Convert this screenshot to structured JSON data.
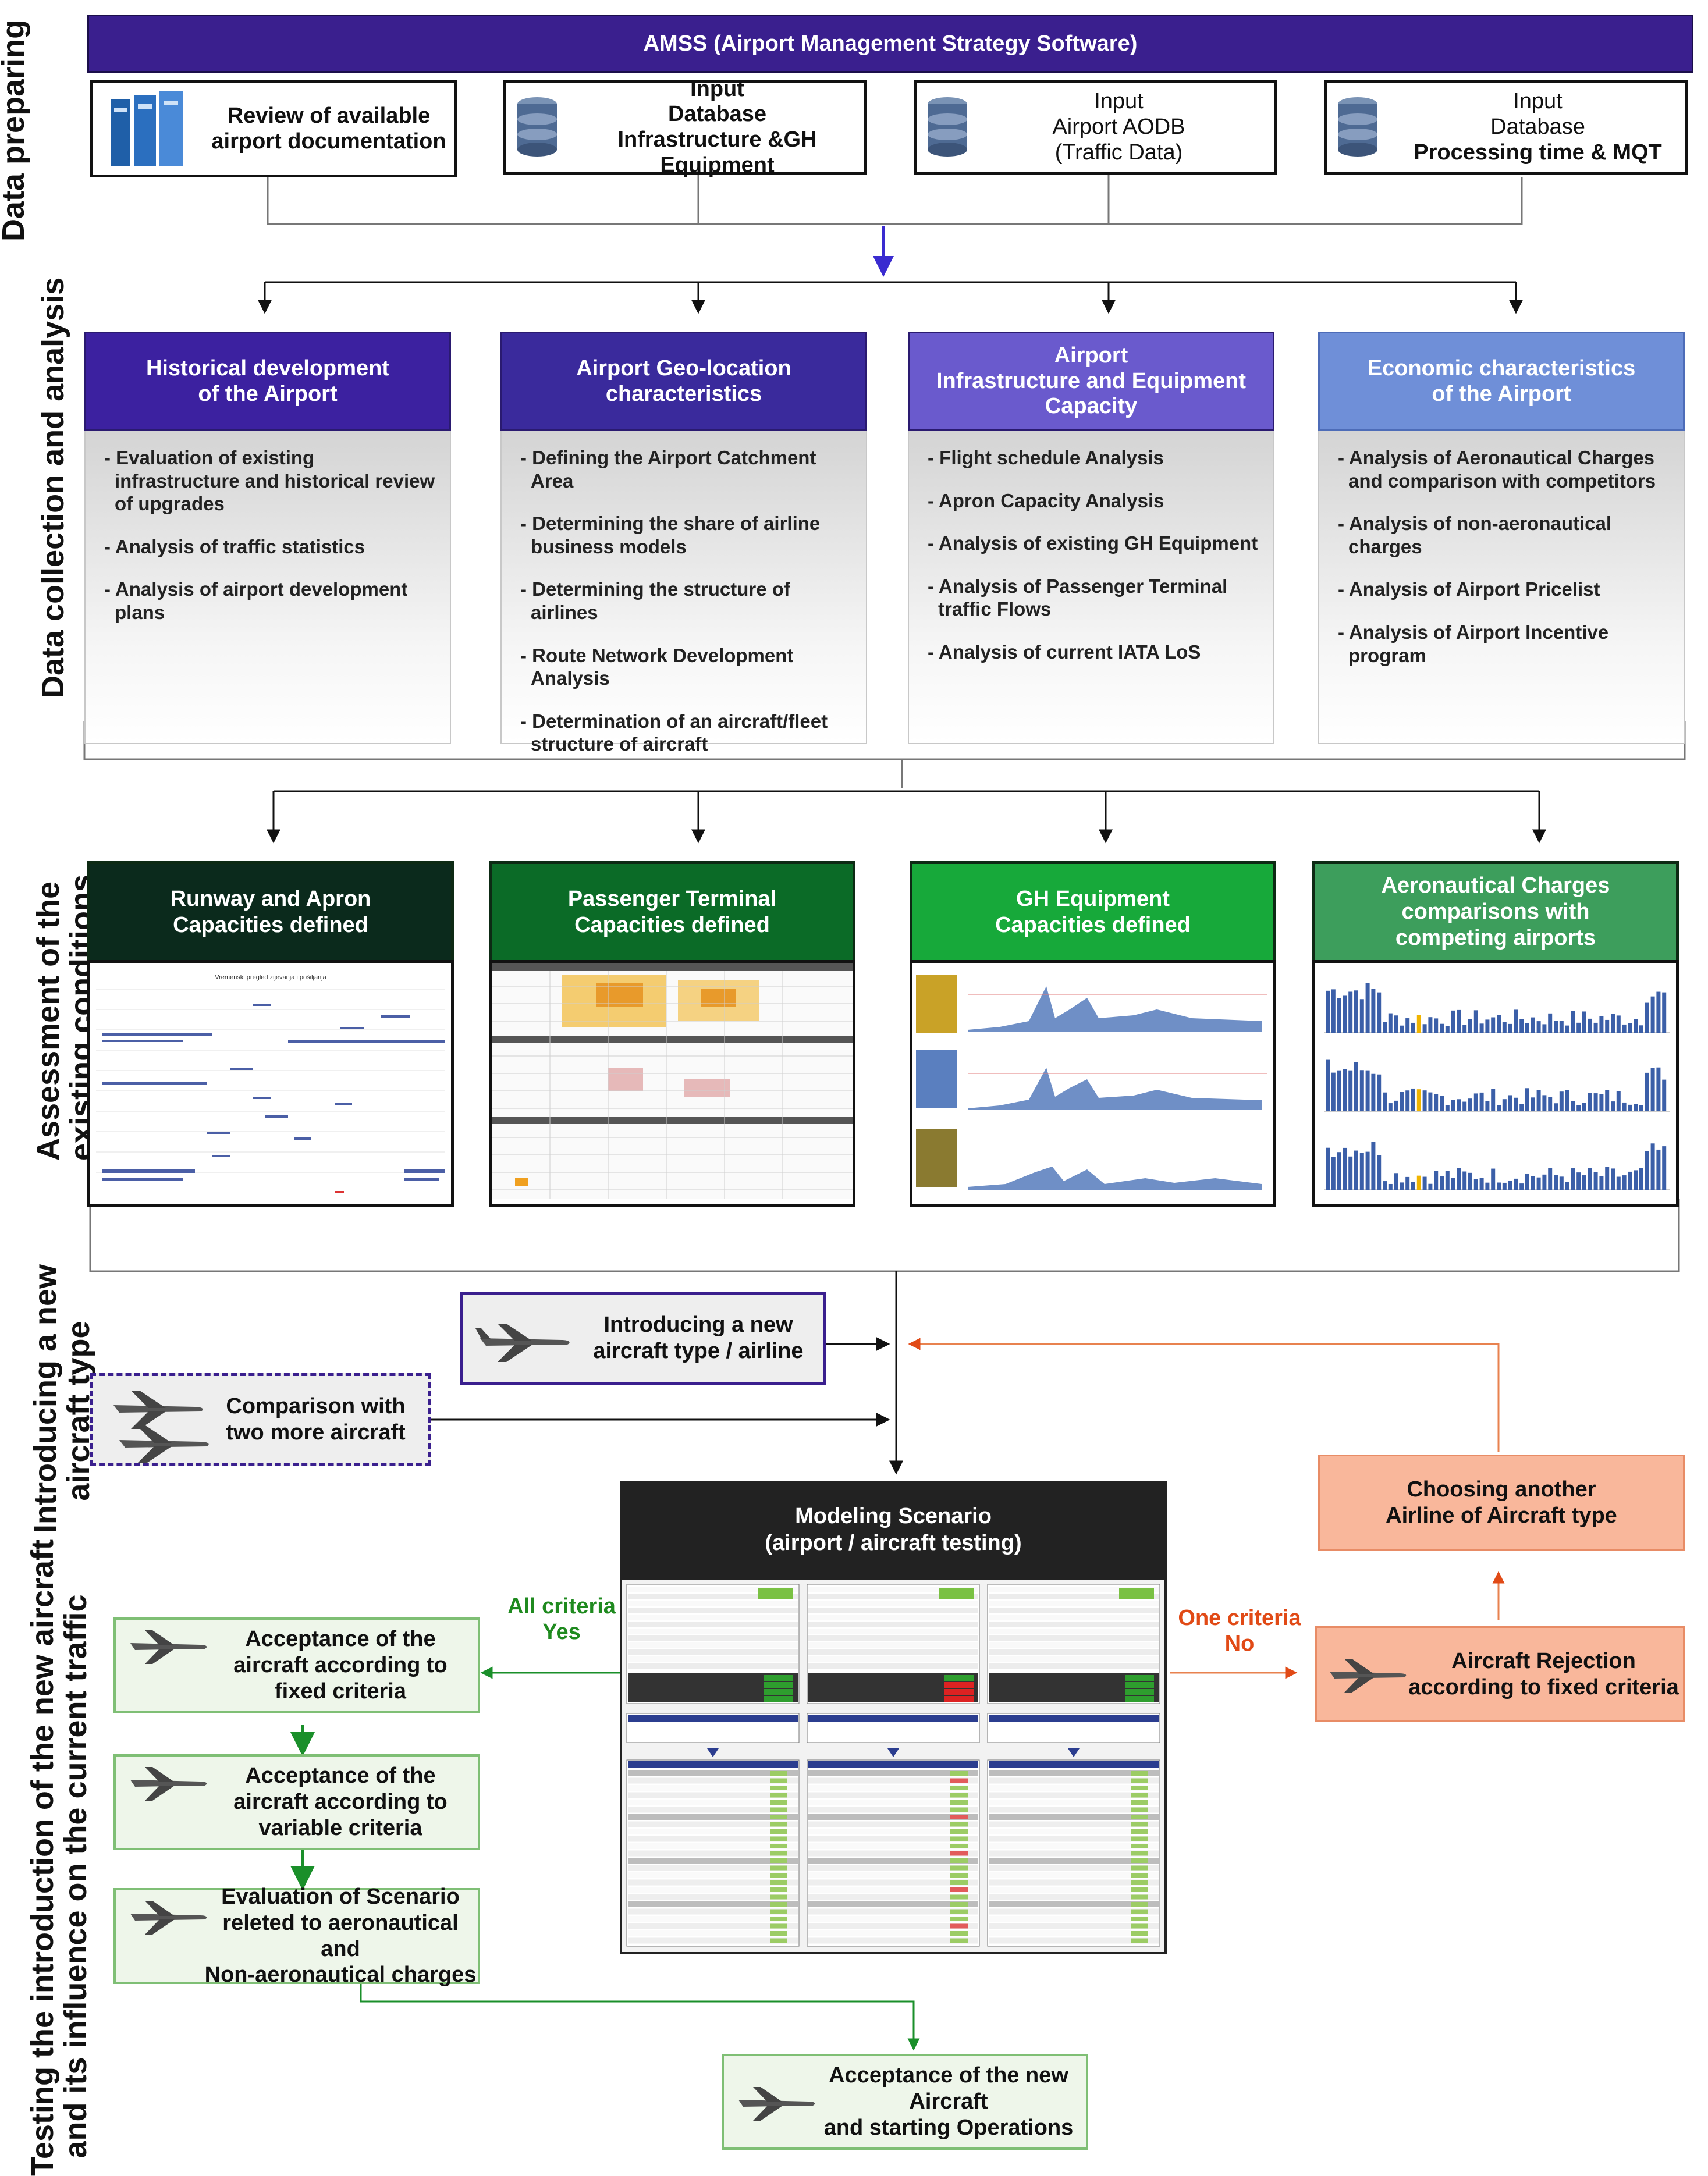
{
  "header": {
    "title": "AMSS (Airport Management Strategy Software)"
  },
  "side_labels": {
    "data_preparing": "Data preparing",
    "data_collection": "Data collection and analysis",
    "assessment_line1": "Assessment of the",
    "assessment_line2": "existing conditions",
    "introducing_line1": "Introducing a new",
    "introducing_line2": "aircraft type",
    "testing_line1": "Testing the introduction of the new aircraft",
    "testing_line2": "and its influence on the current traffic"
  },
  "inputs": [
    {
      "lines": [
        "Review of available",
        "airport documentation"
      ],
      "icon": "binders-icon"
    },
    {
      "lines": [
        "Input",
        "Database",
        "Infrastructure &GH Equipment"
      ],
      "icon": "database-icon"
    },
    {
      "lines": [
        "Input",
        "Airport AODB",
        "(Traffic Data)"
      ],
      "icon": "database-icon"
    },
    {
      "lines": [
        "Input",
        "Database",
        "Processing time & MQT"
      ],
      "icon": "database-icon"
    }
  ],
  "analysis": [
    {
      "title": [
        "Historical development",
        "of the Airport"
      ],
      "color": "#3c21a0",
      "items": [
        "- Evaluation of existing infrastructure and historical review of upgrades",
        "- Analysis of traffic statistics",
        "- Analysis of airport development plans"
      ]
    },
    {
      "title": [
        "Airport Geo-location",
        "characteristics"
      ],
      "color": "#3a2a9c",
      "items": [
        "- Defining the Airport Catchment Area",
        "- Determining the share of airline business models",
        "- Determining the structure of airlines",
        "- Route Network Development Analysis",
        "- Determination of an aircraft/fleet structure of aircraft"
      ]
    },
    {
      "title": [
        "Airport",
        "Infrastructure and Equipment",
        "Capacity"
      ],
      "color": "#6a5acd",
      "items": [
        "- Flight schedule Analysis",
        "- Apron Capacity Analysis",
        "- Analysis of existing GH Equipment",
        "- Analysis of Passenger Terminal traffic Flows",
        "- Analysis of current IATA LoS"
      ]
    },
    {
      "title": [
        "Economic characteristics",
        "of the Airport"
      ],
      "color": "#6f8fd8",
      "items": [
        "- Analysis of Aeronautical Charges and comparison with competitors",
        "- Analysis of non-aeronautical charges",
        "- Analysis of Airport Pricelist",
        "- Analysis of Airport Incentive program"
      ]
    }
  ],
  "assessment": [
    {
      "title": [
        "Runway and Apron",
        "Capacities defined"
      ],
      "color": "#0b2a1c",
      "thumb_title": "Vremenski pregled zijevanja i pošiljanja"
    },
    {
      "title": [
        "Passenger Terminal",
        "Capacities defined"
      ],
      "color": "#0b6b27"
    },
    {
      "title": [
        "GH Equipment",
        "Capacities  defined"
      ],
      "color": "#17a93a"
    },
    {
      "title": [
        "Aeronautical Charges",
        "comparisons with",
        "competing airports"
      ],
      "color": "#3d9e5c"
    }
  ],
  "introducing": {
    "new_type": [
      "Introducing a new",
      "aircraft type / airline"
    ],
    "comparison": [
      "Comparison with",
      "two more aircraft"
    ]
  },
  "testing": {
    "model_title": [
      "Modeling Scenario",
      "(airport / aircraft testing)"
    ],
    "all_criteria": [
      "All criteria",
      "Yes"
    ],
    "one_criteria": [
      "One criteria",
      "No"
    ],
    "accept_fixed": [
      "Acceptance of the",
      "aircraft according to",
      "fixed criteria"
    ],
    "accept_variable": [
      "Acceptance of the",
      "aircraft according to",
      "variable criteria"
    ],
    "evaluation": [
      "Evaluation of Scenario",
      "releted to aeronautical and",
      "Non-aeronautical charges"
    ],
    "rejection": [
      "Aircraft Rejection",
      "according to fixed criteria"
    ],
    "choosing": [
      "Choosing another",
      "Airline of Aircraft type"
    ],
    "final": [
      "Acceptance of the new Aircraft",
      "and starting Operations"
    ]
  },
  "colors": {
    "purple": "#3a1f8e",
    "arrow_blue": "#3a2bd0",
    "green_arrow": "#1a8f2a",
    "red": "#e14a16"
  }
}
